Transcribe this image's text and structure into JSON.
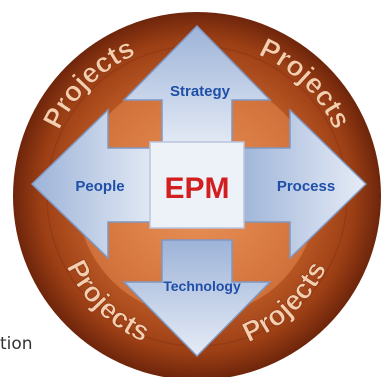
{
  "diagram": {
    "center_label": "EPM",
    "arrows": {
      "top": "Strategy",
      "left": "People",
      "right": "Process",
      "bottom": "Technology"
    },
    "ring_labels": [
      "Projects",
      "Projects",
      "Projects",
      "Projects"
    ]
  },
  "caption": "tion",
  "colors": {
    "ring_outer": "#7a2a0e",
    "ring_mid": "#b8521f",
    "ring_light": "#e08a50",
    "arrow_fill": "#c9d6ec",
    "arrow_edge": "#8fa4c8",
    "label_blue": "#1f4fa8",
    "center_box": "#e9eef7",
    "center_text": "#d21e1e",
    "ring_text": "#f2c8a4"
  }
}
